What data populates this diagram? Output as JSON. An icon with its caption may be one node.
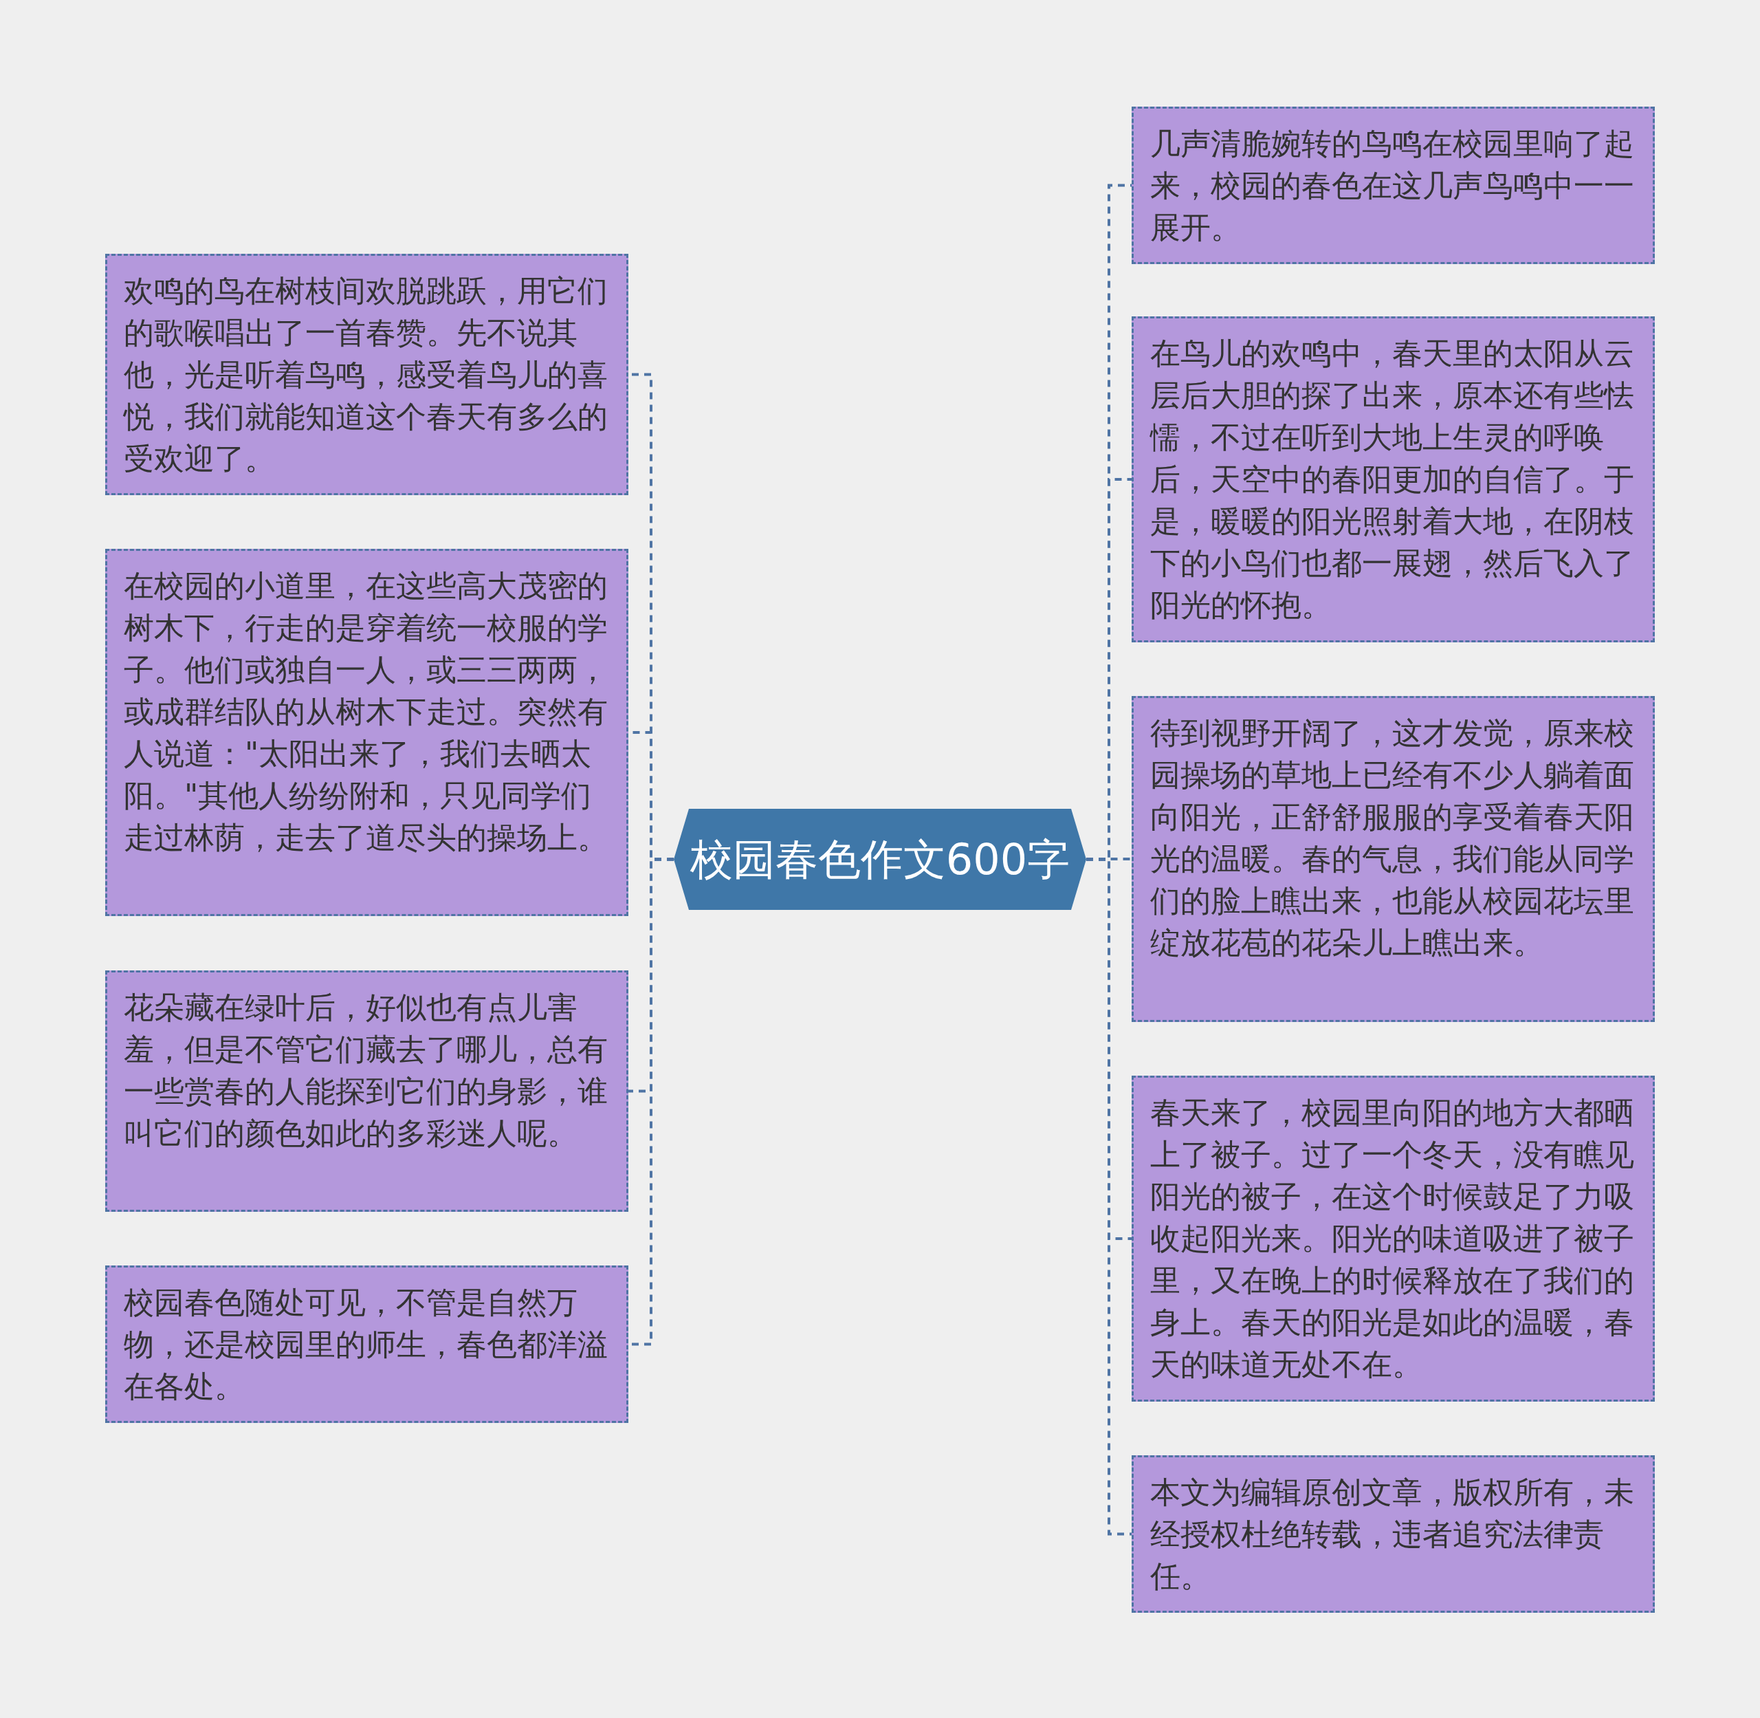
{
  "diagram": {
    "nodes": [
      {
        "text": [
          "校园春色作文600字"
        ]
      },
      {
        "text": [
          "欢鸣的鸟在树枝间欢脱跳跃，用它们的歌喉唱出了一首春赞。先不说其他，光是听着鸟鸣，感受着鸟儿的喜悦，我们就能知道这个春天有多么的受欢迎了。"
        ]
      },
      {
        "text": [
          "在校园的小道里，在这些高大茂密的树木下，行走的是穿着统一校服的学子。他们或独自一人，或三三两两，或成群结队的从树木下走过。突然有人说道：\"太阳出来了，我们去晒太阳。\"其他人纷纷附和，只见同学们走过林荫，走去了道尽头的操场上。"
        ]
      },
      {
        "text": [
          "花朵藏在绿叶后，好似也有点儿害羞，但是不管它们藏去了哪儿，总有一些赏春的人能探到它们的身影，谁叫它们的颜色如此的多彩迷人呢。"
        ]
      },
      {
        "text": [
          "校园春色随处可见，不管是自然万物，还是校园里的师生，春色都洋溢在各处。"
        ]
      },
      {
        "text": [
          "几声清脆婉转的鸟鸣在校园里响了起来，校园的春色在这几声鸟鸣中一一展开。"
        ]
      },
      {
        "text": [
          "在鸟儿的欢鸣中，春天里的太阳从云层后大胆的探了出来，原本还有些怯懦，不过在听到大地上生灵的呼唤后，天空中的春阳更加的自信了。于是，暖暖的阳光照射着大地，在阴枝下的小鸟们也都一展翅，然后飞入了阳光的怀抱。"
        ]
      },
      {
        "text": [
          "待到视野开阔了，这才发觉，原来校园操场的草地上已经有不少人躺着面向阳光，正舒舒服服的享受着春天阳光的温暖。春的气息，我们能从同学们的脸上瞧出来，也能从校园花坛里绽放花苞的花朵儿上瞧出来。"
        ]
      },
      {
        "text": [
          "春天来了，校园里向阳的地方大都晒上了被子。过了一个冬天，没有瞧见阳光的被子，在这个时候鼓足了力吸收起阳光来。阳光的味道吸进了被子里，又在晚上的时候释放在了我们的身上。春天的阳光是如此的温暖，春天的味道无处不在。"
        ]
      },
      {
        "text": [
          "本文为编辑原创文章，版权所有，未经授权杜绝转载，违者追究法律责任。"
        ]
      }
    ],
    "edges": [
      {
        "from": 0,
        "to": 1,
        "arrow": "none",
        "style": "dashed"
      },
      {
        "from": 0,
        "to": 2,
        "arrow": "none",
        "style": "dashed"
      },
      {
        "from": 0,
        "to": 3,
        "arrow": "none",
        "style": "dashed"
      },
      {
        "from": 0,
        "to": 4,
        "arrow": "none",
        "style": "dashed"
      },
      {
        "from": 0,
        "to": 5,
        "arrow": "none",
        "style": "dashed"
      },
      {
        "from": 0,
        "to": 6,
        "arrow": "none",
        "style": "dashed"
      },
      {
        "from": 0,
        "to": 7,
        "arrow": "none",
        "style": "dashed"
      },
      {
        "from": 0,
        "to": 8,
        "arrow": "none",
        "style": "dashed"
      },
      {
        "from": 0,
        "to": 9,
        "arrow": "none",
        "style": "dashed"
      }
    ]
  }
}
